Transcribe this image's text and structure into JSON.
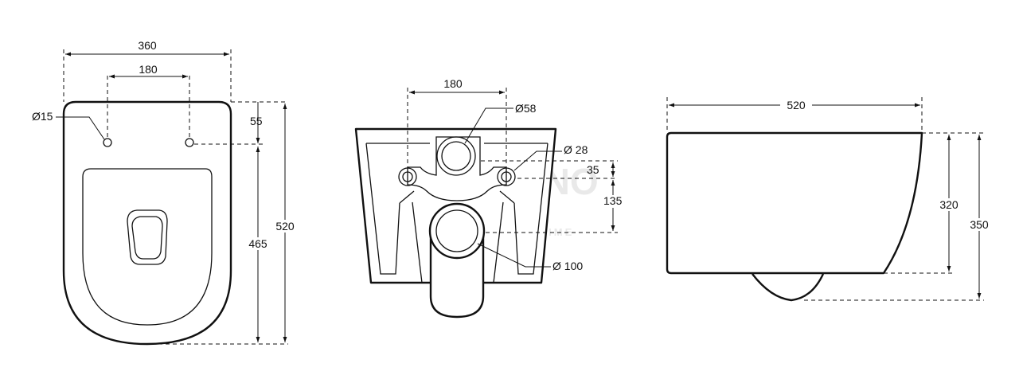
{
  "watermark": {
    "brand": "BELBAGNO",
    "tagline": "LIVE IN MODERN TIME"
  },
  "top_view": {
    "width_overall": "360",
    "hole_spacing": "180",
    "hole_diameter": "Ø15",
    "hole_offset": "55",
    "length_to_holes": "465",
    "length_overall": "520"
  },
  "rear_view": {
    "hole_spacing": "180",
    "outlet_upper": "Ø58",
    "bolt_hole": "Ø 28",
    "offset_small": "35",
    "offset_large": "135",
    "outlet_lower": "Ø 100"
  },
  "side_view": {
    "length": "520",
    "height_body": "320",
    "height_overall": "350"
  }
}
